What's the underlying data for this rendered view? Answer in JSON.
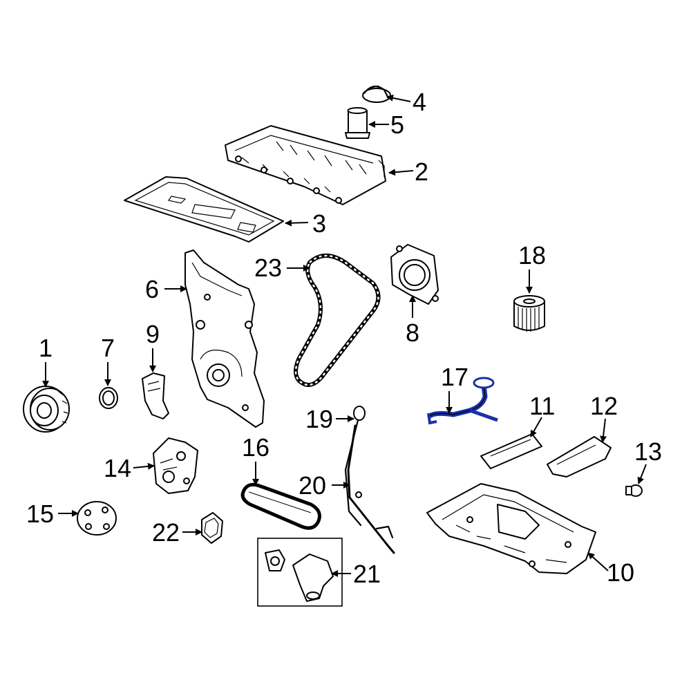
{
  "diagram": {
    "callouts": [
      {
        "id": "1",
        "text": "1"
      },
      {
        "id": "2",
        "text": "2"
      },
      {
        "id": "3",
        "text": "3"
      },
      {
        "id": "4",
        "text": "4"
      },
      {
        "id": "5",
        "text": "5"
      },
      {
        "id": "6",
        "text": "6"
      },
      {
        "id": "7",
        "text": "7"
      },
      {
        "id": "8",
        "text": "8"
      },
      {
        "id": "9",
        "text": "9"
      },
      {
        "id": "10",
        "text": "10"
      },
      {
        "id": "11",
        "text": "11"
      },
      {
        "id": "12",
        "text": "12"
      },
      {
        "id": "13",
        "text": "13"
      },
      {
        "id": "14",
        "text": "14"
      },
      {
        "id": "15",
        "text": "15"
      },
      {
        "id": "16",
        "text": "16"
      },
      {
        "id": "17",
        "text": "17"
      },
      {
        "id": "18",
        "text": "18"
      },
      {
        "id": "19",
        "text": "19"
      },
      {
        "id": "20",
        "text": "20"
      },
      {
        "id": "21",
        "text": "21"
      },
      {
        "id": "22",
        "text": "22"
      },
      {
        "id": "23",
        "text": "23"
      }
    ],
    "highlight_color": "#1a2fa8",
    "line_color": "#000000",
    "background": "#ffffff"
  }
}
